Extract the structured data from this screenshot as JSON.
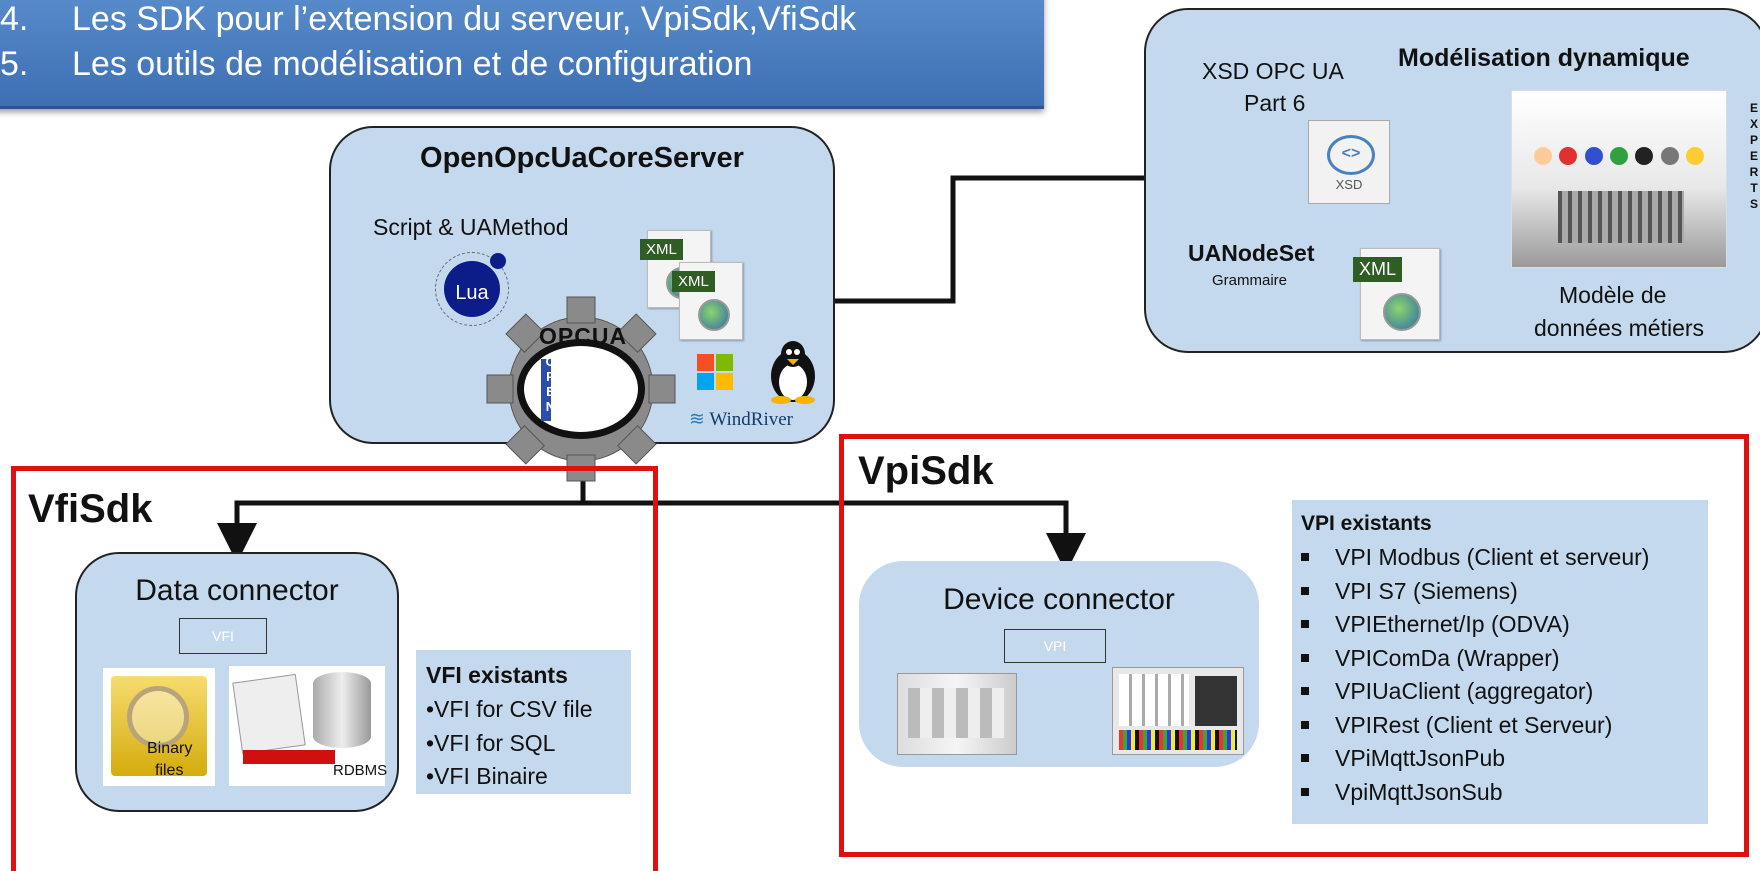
{
  "banner": {
    "line4_num": "4.",
    "line4_text": "Les SDK pour l’extension du serveur, VpiSdk,VfiSdk",
    "line5_num": "5.",
    "line5_text": "Les outils de modélisation et de configuration"
  },
  "core_server": {
    "title": "OpenOpcUaCoreServer",
    "script_label": "Script & UAMethod",
    "lua_label": "Lua",
    "xml_tag": "XML",
    "opcua_logo_text": "OPCUA",
    "open_logo_text": "OPEN",
    "windriver_label": "WindRiver"
  },
  "modeling": {
    "title": "Modélisation dynamique",
    "xsd_label_line1": "XSD OPC UA",
    "xsd_label_line2": "Part 6",
    "xsd_icon_text": "XSD",
    "uanodeset_label": "UANodeSet",
    "grammaire_label": "Grammaire",
    "model_label_line1": "Modèle de",
    "model_label_line2": "données métiers",
    "experts_vertical": [
      "E",
      "X",
      "P",
      "E",
      "R",
      "T",
      "S"
    ]
  },
  "vfisdk": {
    "title": "VfiSdk",
    "connector_title": "Data connector",
    "vfi_label": "VFI",
    "binary_label_line1": "Binary",
    "binary_label_line2": "files",
    "rdbms_label": "RDBMS",
    "existing_title": "VFI existants",
    "existing_items": [
      "•VFI for CSV file",
      "•VFI for SQL",
      "•VFI  Binaire"
    ]
  },
  "vpisdk": {
    "title": "VpiSdk",
    "connector_title": "Device connector",
    "vpi_label": "VPI",
    "existing_title": "VPI existants",
    "existing_items": [
      "VPI Modbus (Client et serveur)",
      "VPI S7 (Siemens)",
      "VPIEthernet/Ip (ODVA)",
      "VPIComDa (Wrapper)",
      "VPIUaClient (aggregator)",
      "VPIRest (Client et Serveur)",
      "VPiMqttJsonPub",
      "VpiMqttJsonSub"
    ]
  },
  "colors": {
    "panel_fill": "#c5d9ee",
    "banner_blue": "#4a7fc1",
    "red_frame": "#e01010",
    "arrow": "#111111",
    "gray_arrow": "#7f7f7f"
  }
}
